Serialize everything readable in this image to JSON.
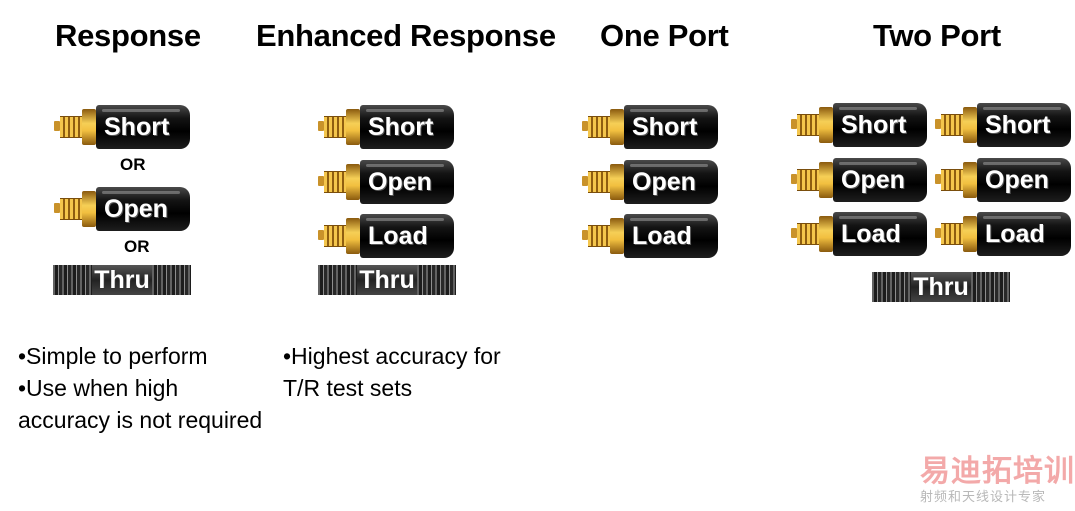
{
  "columns": {
    "response": {
      "title": "Response",
      "standards": [
        "Short",
        "Open"
      ],
      "or_label": "OR",
      "thru": "Thru",
      "notes": [
        "•Simple to perform",
        "•Use when high",
        "accuracy is not required"
      ]
    },
    "enhanced": {
      "title": "Enhanced Response",
      "standards": [
        "Short",
        "Open",
        "Load"
      ],
      "thru": "Thru",
      "notes": [
        "•Highest accuracy for",
        "T/R test sets"
      ]
    },
    "one_port": {
      "title": "One Port",
      "standards": [
        "Short",
        "Open",
        "Load"
      ]
    },
    "two_port": {
      "title": "Two Port",
      "standards_left": [
        "Short",
        "Open",
        "Load"
      ],
      "standards_right": [
        "Short",
        "Open",
        "Load"
      ],
      "thru": "Thru"
    }
  },
  "watermark": {
    "main": "易迪拓培训",
    "sub": "射频和天线设计专家"
  },
  "colors": {
    "connector_body": "#000000",
    "connector_gold": "#f2c040",
    "watermark": "#f3a9a9"
  }
}
